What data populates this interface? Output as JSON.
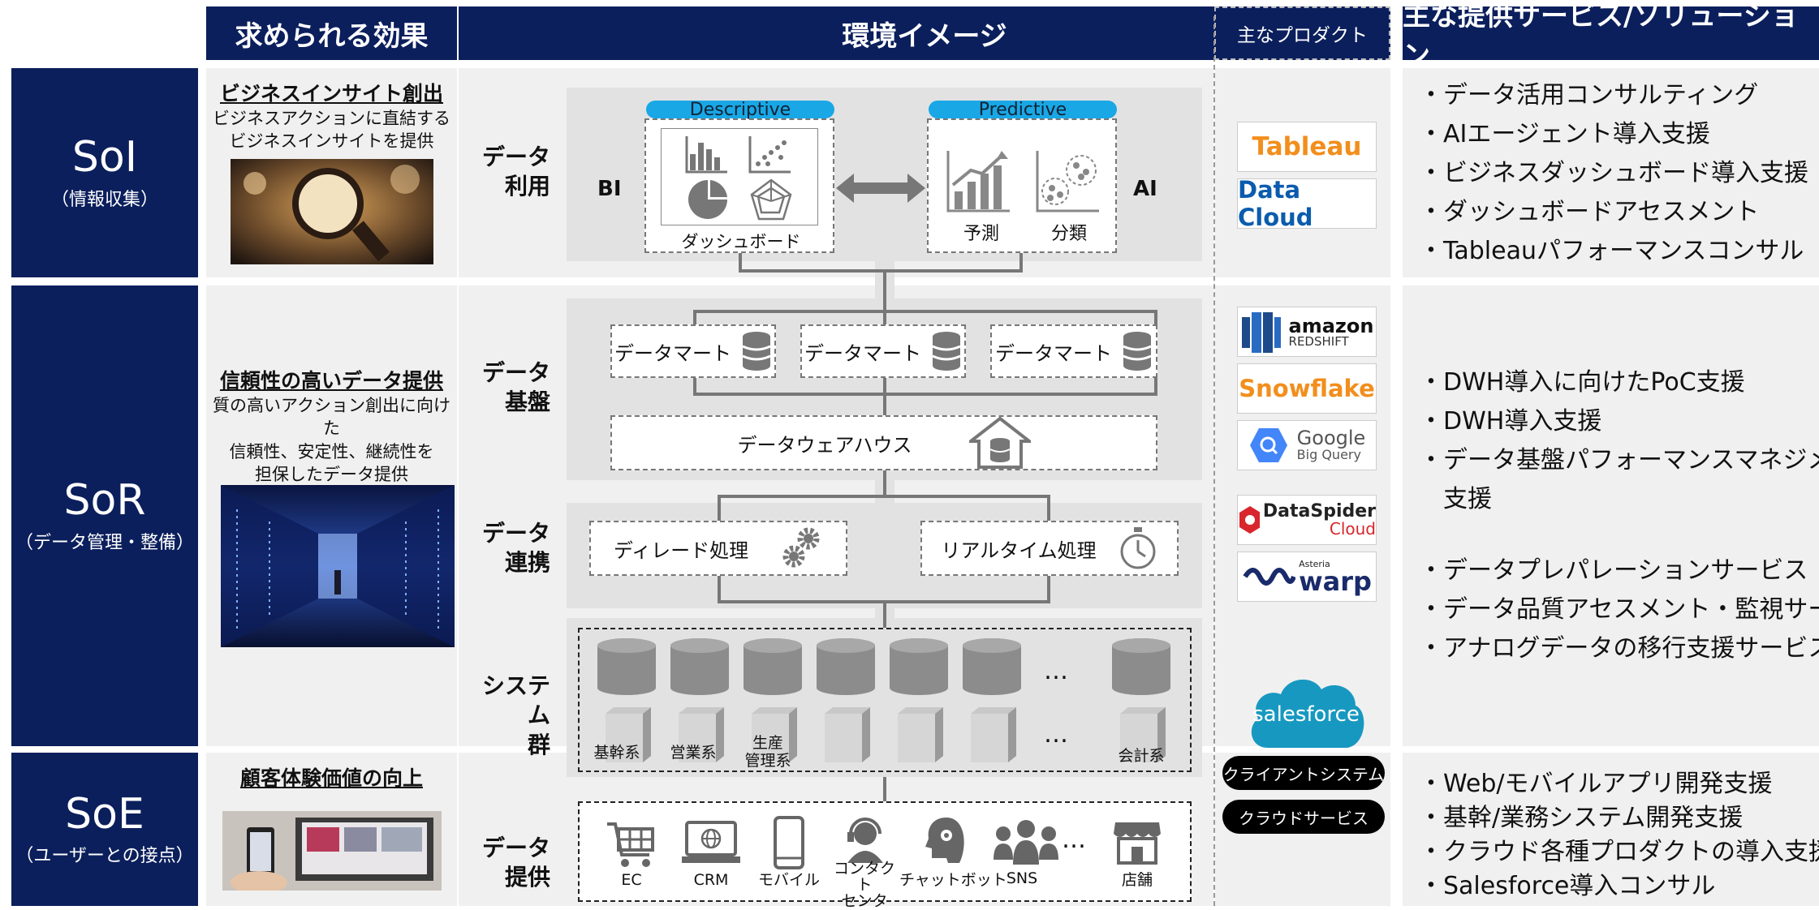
{
  "headers": {
    "effects": "求められる効果",
    "environment": "環境イメージ",
    "products": "主なプロダクト",
    "services": "主な提供サービス/ソリューション"
  },
  "tiers": [
    {
      "big": "SoI",
      "small": "（情報収集）"
    },
    {
      "big": "SoR",
      "small": "（データ管理・整備）"
    },
    {
      "big": "SoE",
      "small": "（ユーザーとの接点）"
    }
  ],
  "effects": [
    {
      "title": "ビジネスインサイト創出",
      "desc": [
        "ビジネスアクションに直結する",
        "ビジネスインサイトを提供"
      ]
    },
    {
      "title": "信頼性の高いデータ提供",
      "desc": [
        "質の高いアクション創出に向けた",
        "信頼性、安定性、継続性を",
        "担保したデータ提供"
      ]
    },
    {
      "title": "顧客体験価値の向上",
      "desc": []
    }
  ],
  "rows": {
    "usage": "データ\n利用",
    "platform": "データ\n基盤",
    "integration": "データ\n連携",
    "systems": "システム\n群",
    "provision": "データ\n提供"
  },
  "usage": {
    "bi": "BI",
    "ai": "AI",
    "descriptive": "Descriptive",
    "predictive": "Predictive",
    "dashboard": "ダッシュボード",
    "forecast": "予測",
    "classify": "分類"
  },
  "platform": {
    "mart": "データマート",
    "dwh": "データウェアハウス"
  },
  "integration": {
    "delay": "ディレード処理",
    "realtime": "リアルタイム処理"
  },
  "systems": {
    "ellipsis": "…",
    "labels": [
      "基幹系",
      "営業系",
      "生産\n管理系",
      "",
      "",
      "",
      "会計系"
    ]
  },
  "provision": {
    "ellipsis": "…",
    "items": [
      {
        "icon": "cart-icon",
        "label": "EC"
      },
      {
        "icon": "monitor-icon",
        "label": "CRM"
      },
      {
        "icon": "mobile-icon",
        "label": "モバイル"
      },
      {
        "icon": "headset-icon",
        "label": "コンタクト\nセンタ"
      },
      {
        "icon": "chatbot-icon",
        "label": "チャットボット"
      },
      {
        "icon": "people-icon",
        "label": "SNS"
      },
      {
        "icon": "store-icon",
        "label": "店舗"
      }
    ]
  },
  "products": {
    "tableau": "Tableau",
    "datacloud": "Data Cloud",
    "amazon": "amazon",
    "redshift": "REDSHIFT",
    "snowflake": "Snowflake",
    "google": "Google",
    "bigquery": "Big Query",
    "dataspider": "DataSpider",
    "dataspider_cloud": "Cloud",
    "asteria": "Asteria",
    "warp": "warp",
    "salesforce": "salesforce",
    "client": "クライアントシステム",
    "cloud": "クラウドサービス"
  },
  "services": {
    "soi": [
      "・データ活用コンサルティング",
      "・AIエージェント導入支援",
      "・ビジネスダッシュボード導入支援",
      "・ダッシュボードアセスメント",
      "・Tableauパフォーマンスコンサル"
    ],
    "sor_a": [
      "・DWH導入に向けたPoC支援",
      "・DWH導入支援",
      "・データ基盤パフォーマンスマネジメント",
      "　支援"
    ],
    "sor_b": [
      "・データプレパレーションサービス",
      "・データ品質アセスメント・監視サービス",
      "・アナログデータの移行支援サービス"
    ],
    "soe": [
      "・Web/モバイルアプリ開発支援",
      "・基幹/業務システム開発支援",
      "・クラウド各種プロダクトの導入支援",
      "・Salesforce導入コンサル"
    ]
  },
  "colors": {
    "navy": "#0b1f5c",
    "cyan": "#19a7e6",
    "tableau": "#f28e1c",
    "datacloud": "#0b5cad",
    "snowflake": "#f28e1c",
    "salesforce": "#1798c1"
  }
}
